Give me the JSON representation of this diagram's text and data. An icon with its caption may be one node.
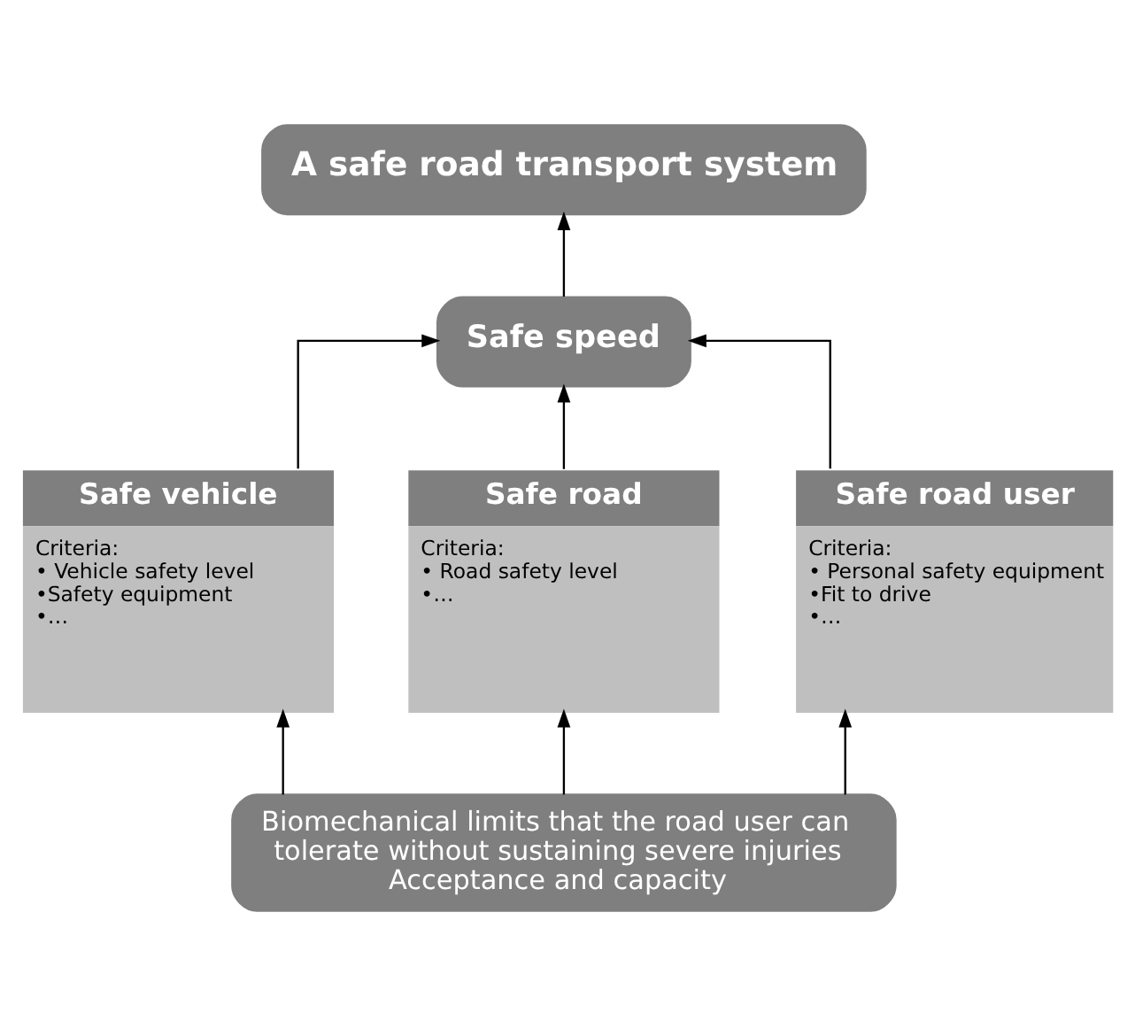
{
  "diagram": {
    "nodes": [
      {
        "text": [
          "A safe road transport system"
        ]
      },
      {
        "text": [
          "Safe speed"
        ]
      },
      {
        "text": [
          "Safe vehicle",
          "Criteria:",
          "• Vehicle safety level",
          "•Safety equipment",
          "•…"
        ]
      },
      {
        "text": [
          "Safe road",
          "Criteria:",
          "• Road safety level",
          "•…"
        ]
      },
      {
        "text": [
          "Safe road user",
          "Criteria:",
          "• Personal safety equipment",
          "•Fit to drive",
          "•…"
        ]
      },
      {
        "text": [
          "Biomechanical limits that the road user can tolerate without sustaining severe injuries",
          "Acceptance and capacity"
        ]
      }
    ],
    "edges": [
      {
        "from": 1,
        "to": 0,
        "arrow": "to"
      },
      {
        "from": 2,
        "to": 1,
        "arrow": "to"
      },
      {
        "from": 3,
        "to": 1,
        "arrow": "to"
      },
      {
        "from": 4,
        "to": 1,
        "arrow": "to"
      },
      {
        "from": 5,
        "to": 2,
        "arrow": "to"
      },
      {
        "from": 5,
        "to": 3,
        "arrow": "to"
      },
      {
        "from": 5,
        "to": 4,
        "arrow": "to"
      }
    ]
  }
}
